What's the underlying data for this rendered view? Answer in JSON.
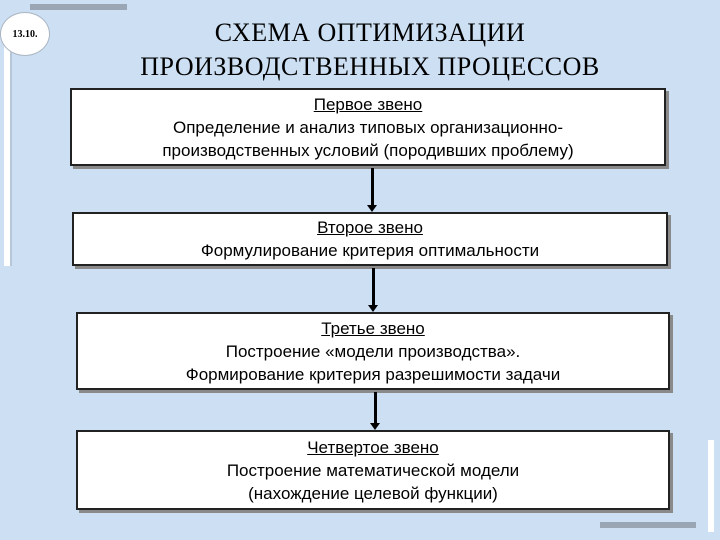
{
  "slide": {
    "number": "13.10.",
    "title_line1": "СХЕМА ОПТИМИЗАЦИИ",
    "title_line2": "ПРОИЗВОДСТВЕННЫХ ПРОЦЕССОВ"
  },
  "steps": [
    {
      "heading": "Первое звено",
      "lines": [
        "Определение и анализ типовых организационно-",
        "производственных условий (породивших проблему)"
      ]
    },
    {
      "heading": "Второе звено",
      "lines": [
        "Формулирование критерия оптимальности"
      ]
    },
    {
      "heading": "Третье звено",
      "lines": [
        "Построение «модели производства».",
        "Формирование критерия разрешимости задачи"
      ]
    },
    {
      "heading": "Четвертое звено",
      "lines": [
        "Построение математической модели",
        "(нахождение целевой функции)"
      ]
    }
  ]
}
